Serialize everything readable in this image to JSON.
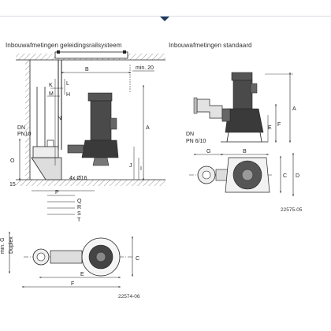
{
  "headings": {
    "left": "Inbouwafmetingen geleidingsrailsysteem",
    "right": "Inbouwafmetingen standaard"
  },
  "figure_numbers": {
    "left": "22574-06",
    "right": "22575-05"
  },
  "labels": {
    "B": "B",
    "min20": "min. 20",
    "L": "L",
    "K": "K",
    "M": "M",
    "H": "H",
    "N": "N",
    "A": "A",
    "DN": "DN",
    "PN10": "PN10",
    "O": "O",
    "J": "J",
    "I": "I",
    "mm15": "15",
    "bolts": "4x Ø16",
    "P": "P",
    "Q": "Q",
    "R": "R",
    "S": "S",
    "T": "T",
    "min_duplex": "min. G",
    "duplex": "Duplex",
    "E": "E",
    "F": "F",
    "C": "C",
    "D": "D",
    "G": "G",
    "DN_r": "DN",
    "PN_r": "PN 6/10"
  },
  "colors": {
    "accent": "#1f3a5f",
    "line": "#2a2a2a",
    "hatch": "#7a7a7a",
    "pump": "#3a3a3a"
  }
}
